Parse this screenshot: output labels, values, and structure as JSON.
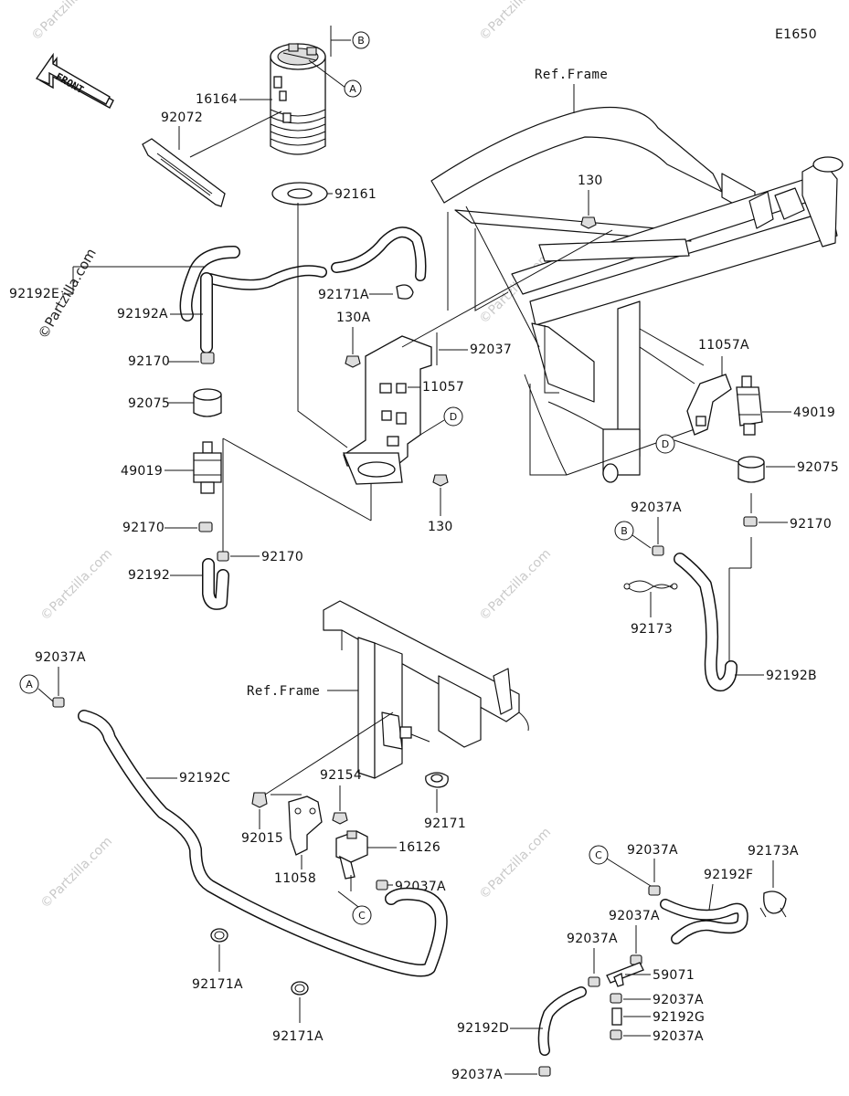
{
  "diagram_code": "E1650",
  "front_label": "FRONT",
  "ref_frame": "Ref.Frame",
  "letters": {
    "a": "A",
    "b": "B",
    "c": "C",
    "d": "D"
  },
  "parts": {
    "p16164": "16164",
    "p92072": "92072",
    "p92161": "92161",
    "p92192E": "92192E",
    "p92192A": "92192A",
    "p92170_1": "92170",
    "p92075_1": "92075",
    "p49019_1": "49019",
    "p92170_2": "92170",
    "p92192": "92192",
    "p92170_3": "92170",
    "p92171A_1": "92171A",
    "p130A": "130A",
    "p92037": "92037",
    "p11057": "11057",
    "p130_1": "130",
    "p130_2": "130",
    "p11057A": "11057A",
    "p49019_2": "49019",
    "p92075_2": "92075",
    "p92037A_1": "92037A",
    "p92170_4": "92170",
    "p92173": "92173",
    "p92192B": "92192B",
    "p92037A_2": "92037A",
    "p92192C": "92192C",
    "p92154": "92154",
    "p92015": "92015",
    "p16126": "16126",
    "p11058": "11058",
    "p92171": "92171",
    "p92037A_3": "92037A",
    "p92171A_2": "92171A",
    "p92171A_3": "92171A",
    "p92037A_4": "92037A",
    "p92192F": "92192F",
    "p92173A": "92173A",
    "p92037A_5": "92037A",
    "p92037A_6": "92037A",
    "p59071": "59071",
    "p92037A_7": "92037A",
    "p92192G": "92192G",
    "p92037A_8": "92037A",
    "p92192D": "92192D",
    "p92037A_9": "92037A"
  },
  "watermark": {
    "text": "©Partzilla.com"
  }
}
